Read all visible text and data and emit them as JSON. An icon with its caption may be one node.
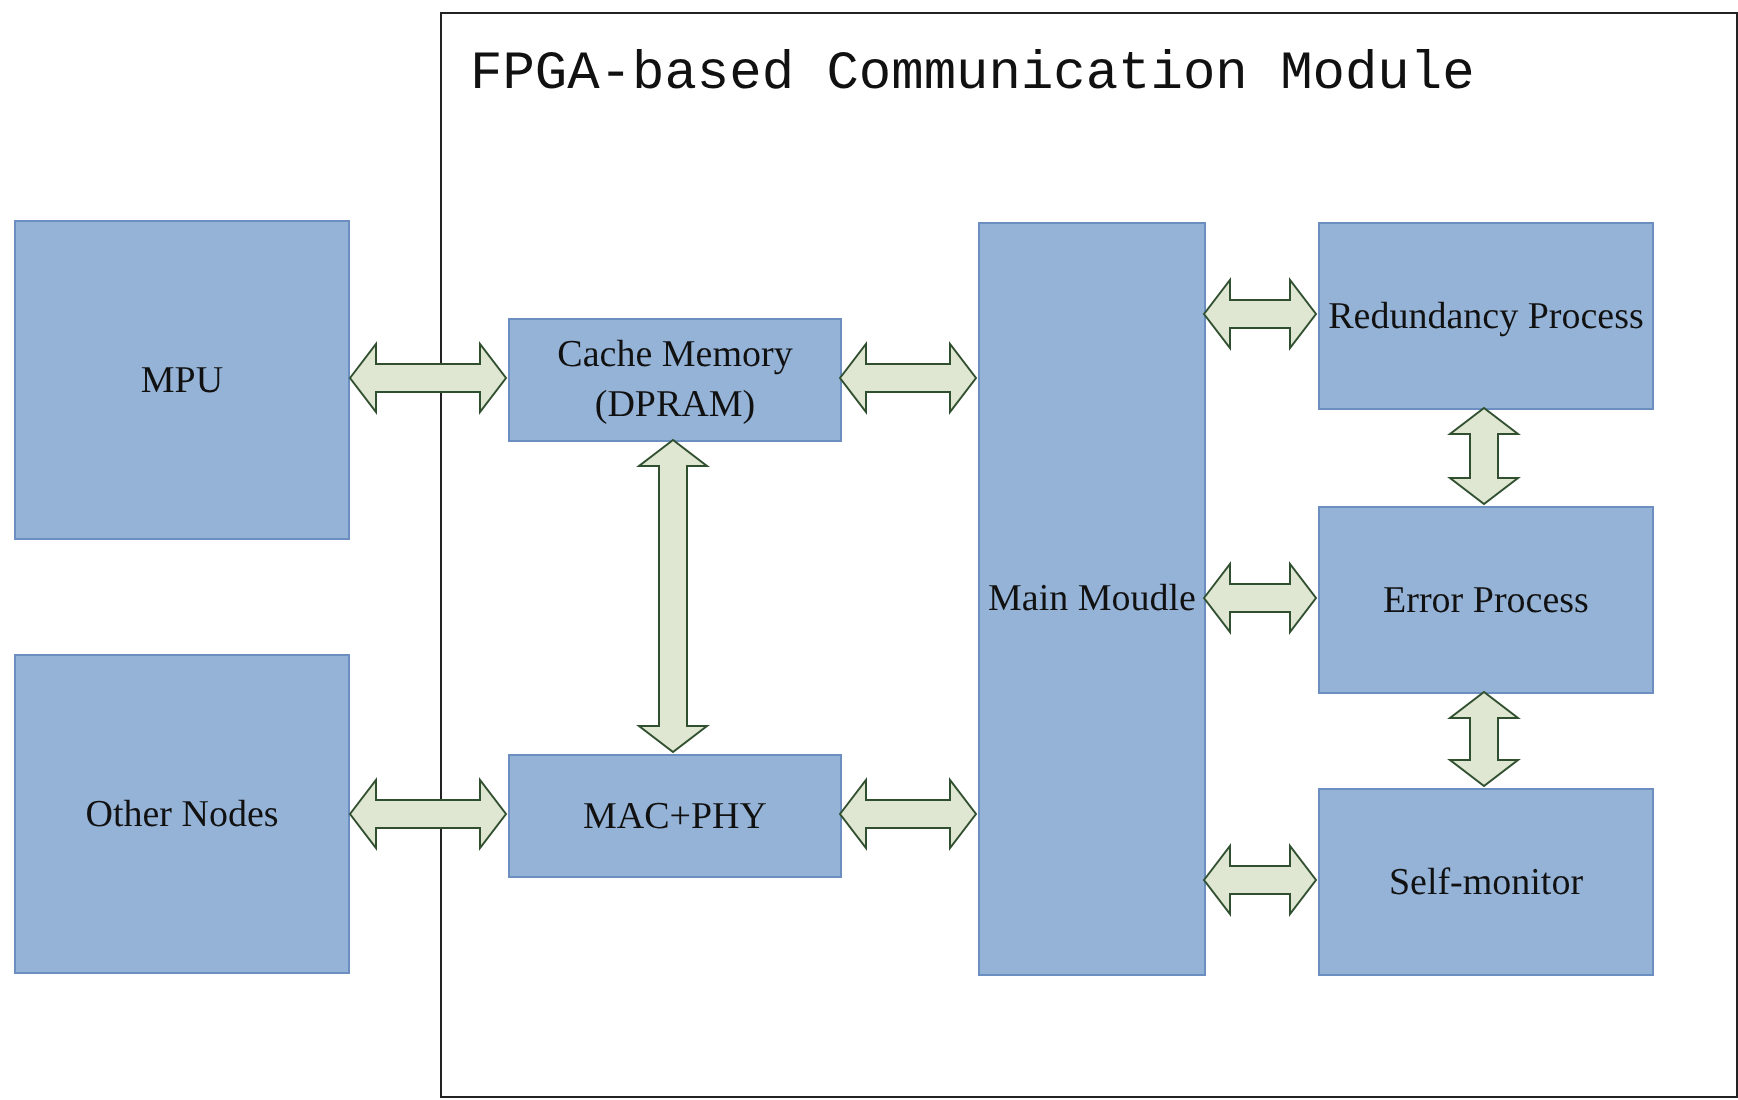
{
  "diagram": {
    "nodes": [
      {
        "text": [
          "FPGA-based Communication Module"
        ]
      },
      {
        "text": [
          "MPU"
        ]
      },
      {
        "text": [
          "Other Nodes"
        ]
      },
      {
        "text": [
          "Cache Memory (DPRAM)"
        ],
        "in": 0
      },
      {
        "text": [
          "MAC+PHY"
        ],
        "in": 0
      },
      {
        "text": [
          "Main Moudle"
        ],
        "in": 0
      },
      {
        "text": [
          "Redundancy Process"
        ],
        "in": 0
      },
      {
        "text": [
          "Error Process"
        ],
        "in": 0
      },
      {
        "text": [
          "Self-monitor"
        ],
        "in": 0
      }
    ],
    "edges": [
      {
        "from": 1,
        "to": 3,
        "arrow": "both"
      },
      {
        "from": 3,
        "to": 5,
        "arrow": "both"
      },
      {
        "from": 3,
        "to": 4,
        "arrow": "both"
      },
      {
        "from": 2,
        "to": 4,
        "arrow": "both"
      },
      {
        "from": 4,
        "to": 5,
        "arrow": "both"
      },
      {
        "from": 5,
        "to": 6,
        "arrow": "both"
      },
      {
        "from": 5,
        "to": 7,
        "arrow": "both"
      },
      {
        "from": 5,
        "to": 8,
        "arrow": "both"
      },
      {
        "from": 6,
        "to": 7,
        "arrow": "both"
      },
      {
        "from": 7,
        "to": 8,
        "arrow": "both"
      }
    ]
  }
}
